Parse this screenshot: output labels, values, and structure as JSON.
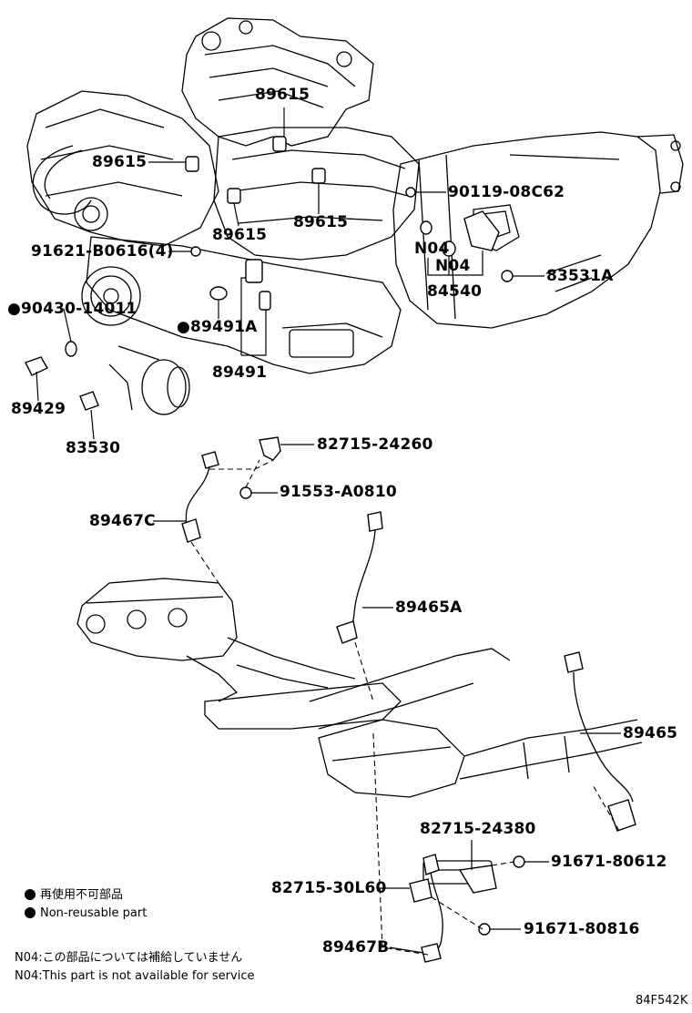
{
  "labels": {
    "p89615a": "89615",
    "p89615b": "89615",
    "p89615c": "89615",
    "p89615d": "89615",
    "p91621": "91621-B0616(4)",
    "p90430": "●90430-14011",
    "p89491A": "●89491A",
    "p89491": "89491",
    "p89429": "89429",
    "p83530": "83530",
    "p90119": "90119-08C62",
    "pN04a": "N04",
    "pN04b": "N04",
    "p84540": "84540",
    "p83531A": "83531A",
    "p82715_24260": "82715-24260",
    "p91553": "91553-A0810",
    "p89467C": "89467C",
    "p89465A": "89465A",
    "p89465": "89465",
    "p82715_24380": "82715-24380",
    "p91671_80612": "91671-80612",
    "p82715_30L60": "82715-30L60",
    "p91671_80816": "91671-80816",
    "p89467B": "89467B"
  },
  "legend": {
    "jp": "再使用不可部品",
    "en": "Non-reusable part"
  },
  "notes": {
    "jp": "N04:この部品については補給していません",
    "en": "N04:This part is not available for service"
  },
  "diagram_code": "84F542K"
}
